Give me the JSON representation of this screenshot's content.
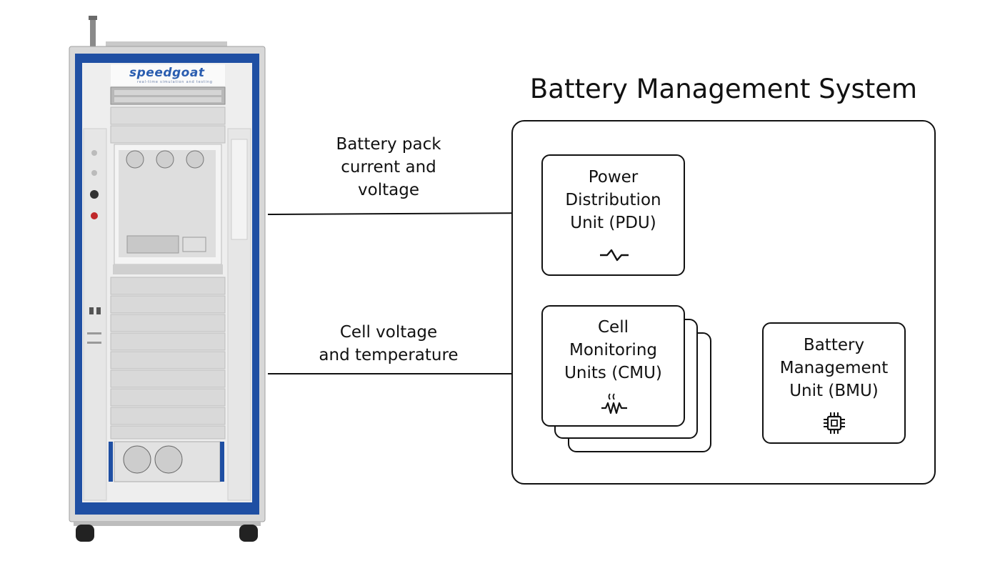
{
  "title": "Battery Management System",
  "rack": {
    "brand": "speedgoat",
    "tagline": "real-time simulation and testing"
  },
  "signals": {
    "top": [
      "Battery pack",
      "current and",
      "voltage"
    ],
    "bottom": [
      "Cell voltage",
      "and temperature"
    ]
  },
  "pdu": {
    "lines": [
      "Power",
      "Distribution",
      "Unit (PDU)"
    ],
    "icon": "waveform-icon"
  },
  "cmu": {
    "lines": [
      "Cell",
      "Monitoring",
      "Units (CMU)"
    ],
    "icon": "thermistor-icon"
  },
  "bmu": {
    "lines": [
      "Battery",
      "Management",
      "Unit (BMU)"
    ],
    "icon": "chip-icon"
  },
  "colors": {
    "frame_blue": "#1f4fa3",
    "line": "#111111"
  }
}
